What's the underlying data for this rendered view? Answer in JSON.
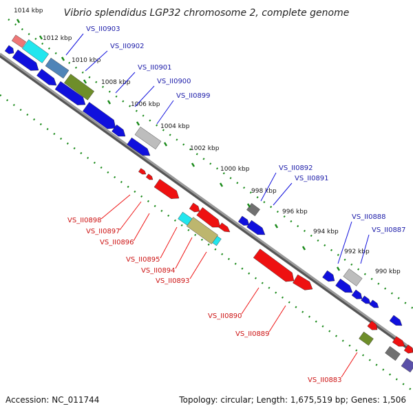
{
  "title": "Vibrio splendidus LGP32 chromosome 2, complete genome",
  "footer": {
    "accession": "Accession: NC_011744",
    "summary": "Topology: circular; Length: 1,675,519 bp; Genes: 1,506"
  },
  "colors": {
    "forward": "#1010dd",
    "reverse": "#ee1111",
    "backbone": "#888888",
    "ticks": "#1a8a1a",
    "forward_label": "#1a1aa8",
    "reverse_label": "#cc1111"
  },
  "scale_labels": [
    "1014 kbp",
    "1012 kbp",
    "1010 kbp",
    "1008 kbp",
    "1006 kbp",
    "1004 kbp",
    "1002 kbp",
    "1000 kbp",
    "998 kbp",
    "996 kbp",
    "994 kbp",
    "992 kbp",
    "990 kbp"
  ],
  "forward_gene_labels": [
    "VS_II0903",
    "VS_II0902",
    "VS_II0901",
    "VS_II0900",
    "VS_II0899",
    "VS_II0892",
    "VS_II0891",
    "VS_II0888",
    "VS_II0887"
  ],
  "reverse_gene_labels": [
    "VS_II0898",
    "VS_II0897",
    "VS_II0896",
    "VS_II0895",
    "VS_II0894",
    "VS_II0893",
    "VS_II0890",
    "VS_II0889",
    "VS_II0883"
  ]
}
